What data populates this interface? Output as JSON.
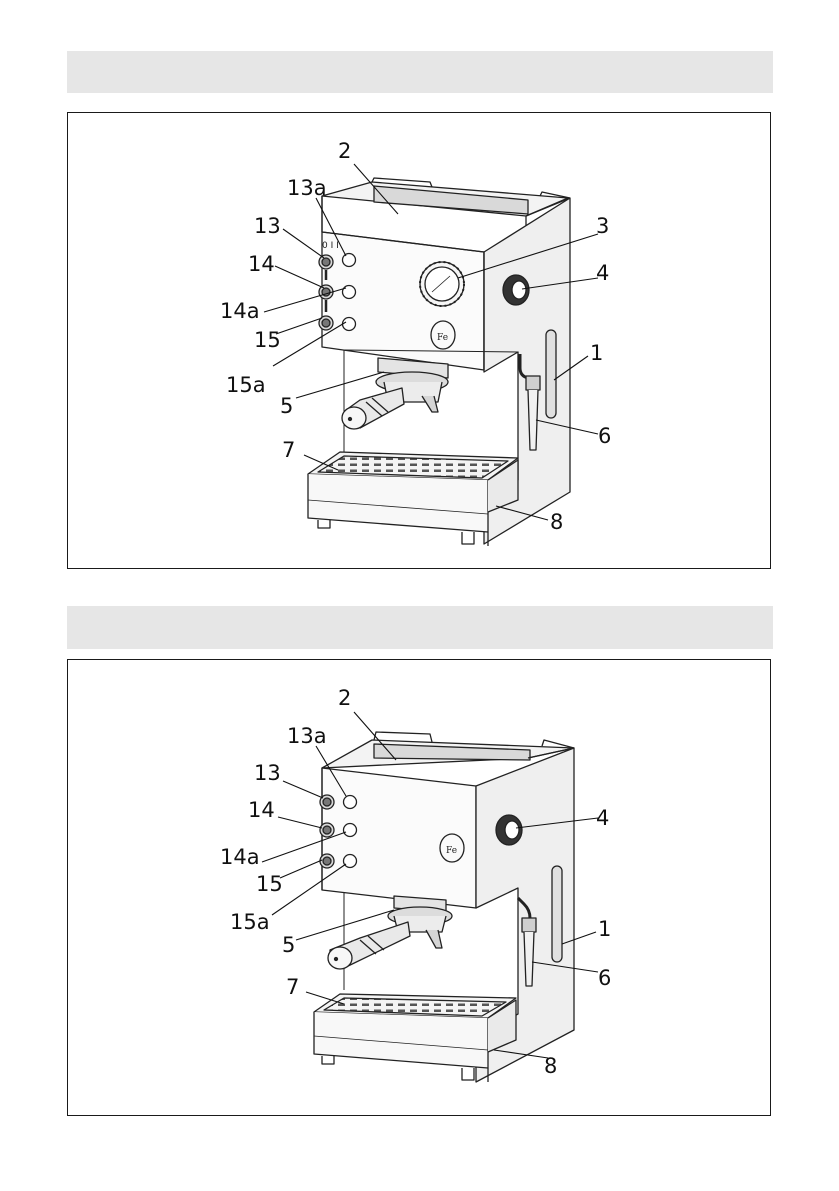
{
  "figures": [
    {
      "labels": {
        "l1": "1",
        "l2": "2",
        "l3": "3",
        "l4": "4",
        "l5": "5",
        "l6": "6",
        "l7": "7",
        "l8": "8",
        "l13": "13",
        "l13a": "13a",
        "l14": "14",
        "l14a": "14a",
        "l15": "15",
        "l15a": "15a"
      },
      "switch_marks": "0 I I"
    },
    {
      "labels": {
        "l1": "1",
        "l2": "2",
        "l4": "4",
        "l5": "5",
        "l6": "6",
        "l7": "7",
        "l8": "8",
        "l13": "13",
        "l13a": "13a",
        "l14": "14",
        "l14a": "14a",
        "l15": "15",
        "l15a": "15a"
      }
    }
  ]
}
